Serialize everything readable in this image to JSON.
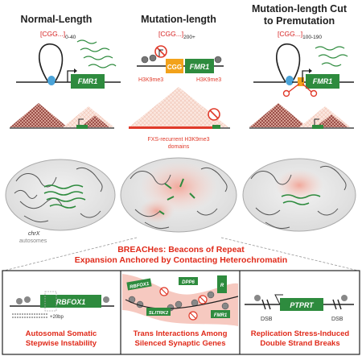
{
  "columns": [
    {
      "title_lines": [
        "Normal-Length"
      ],
      "repeat": "[CGG...]",
      "range": "0-40"
    },
    {
      "title_lines": [
        "Mutation-length"
      ],
      "repeat": "[CGG...]",
      "range": "200+"
    },
    {
      "title_lines": [
        "Mutation-length Cut",
        "to Premutation"
      ],
      "repeat": "[CGG...]",
      "range": "100-190"
    }
  ],
  "genes": {
    "fmr1": "FMR1",
    "rbfox1": "RBFOX1",
    "ptprt": "PTPRT",
    "rbfox1_small": "RBFOX1",
    "dpp6": "DPP6",
    "slitrk2": "SLITRK2",
    "r": "R",
    "fmr1_small": "FMR1"
  },
  "labels": {
    "cgg_box": "CGG",
    "h3k9me3": "H3K9me3",
    "fxs_domains_line1": "FXS-recurrent H3K9me3",
    "fxs_domains_line2": "domains",
    "chrx": "chrX",
    "autosomes": "autosomes",
    "dsb": "DSB",
    "bp": "+20bp"
  },
  "breaches": {
    "line1": "BREACHes: Beacons of Repeat",
    "line2": "Expansion Anchored by Contacting Heterochromatin"
  },
  "panels": [
    {
      "caption_lines": [
        "Autosomal Somatic",
        "Stepwise Instability"
      ]
    },
    {
      "caption_lines": [
        "Trans Interactions Among",
        "Silenced Synaptic Genes"
      ]
    },
    {
      "caption_lines": [
        "Replication Stress-Induced",
        "Double Strand Breaks"
      ]
    }
  ],
  "colors": {
    "green": "#2e8b3e",
    "dark_green": "#1f6b2d",
    "red": "#e03a2a",
    "hic_dark": "#a0524f",
    "hic_light": "#f6d8cc",
    "pink_glow": "#f3b3a8"
  }
}
